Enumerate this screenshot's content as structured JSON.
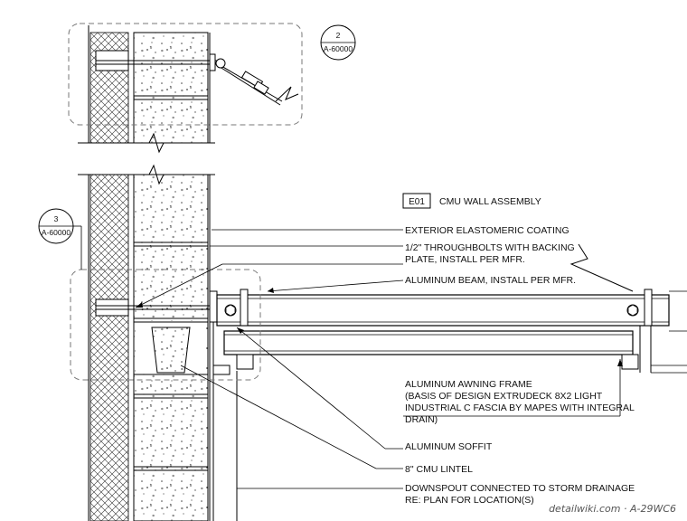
{
  "callouts": {
    "top": {
      "number": "2",
      "sheet": "A-60000"
    },
    "side": {
      "number": "3",
      "sheet": "A-60000"
    }
  },
  "keynote": {
    "tag": "E01",
    "label": "CMU WALL ASSEMBLY"
  },
  "notes": {
    "coating": "EXTERIOR ELASTOMERIC COATING",
    "bolts_line1": "1/2\" THROUGHBOLTS WITH BACKING",
    "bolts_line2": "PLATE, INSTALL PER MFR.",
    "beam": "ALUMINUM BEAM, INSTALL PER MFR.",
    "frame_line1": "ALUMINUM AWNING FRAME",
    "frame_line2": "(BASIS OF DESIGN EXTRUDECK 8X2 LIGHT",
    "frame_line3": "INDUSTRIAL C FASCIA BY MAPES WITH INTEGRAL",
    "frame_line4": "DRAIN)",
    "soffit": "ALUMINUM SOFFIT",
    "lintel": "8\" CMU LINTEL",
    "downspout_line1": "DOWNSPOUT CONNECTED TO STORM DRAINAGE",
    "downspout_line2": "RE: PLAN FOR LOCATION(S)"
  },
  "watermark": "detailwiki.com · A-29WC6"
}
